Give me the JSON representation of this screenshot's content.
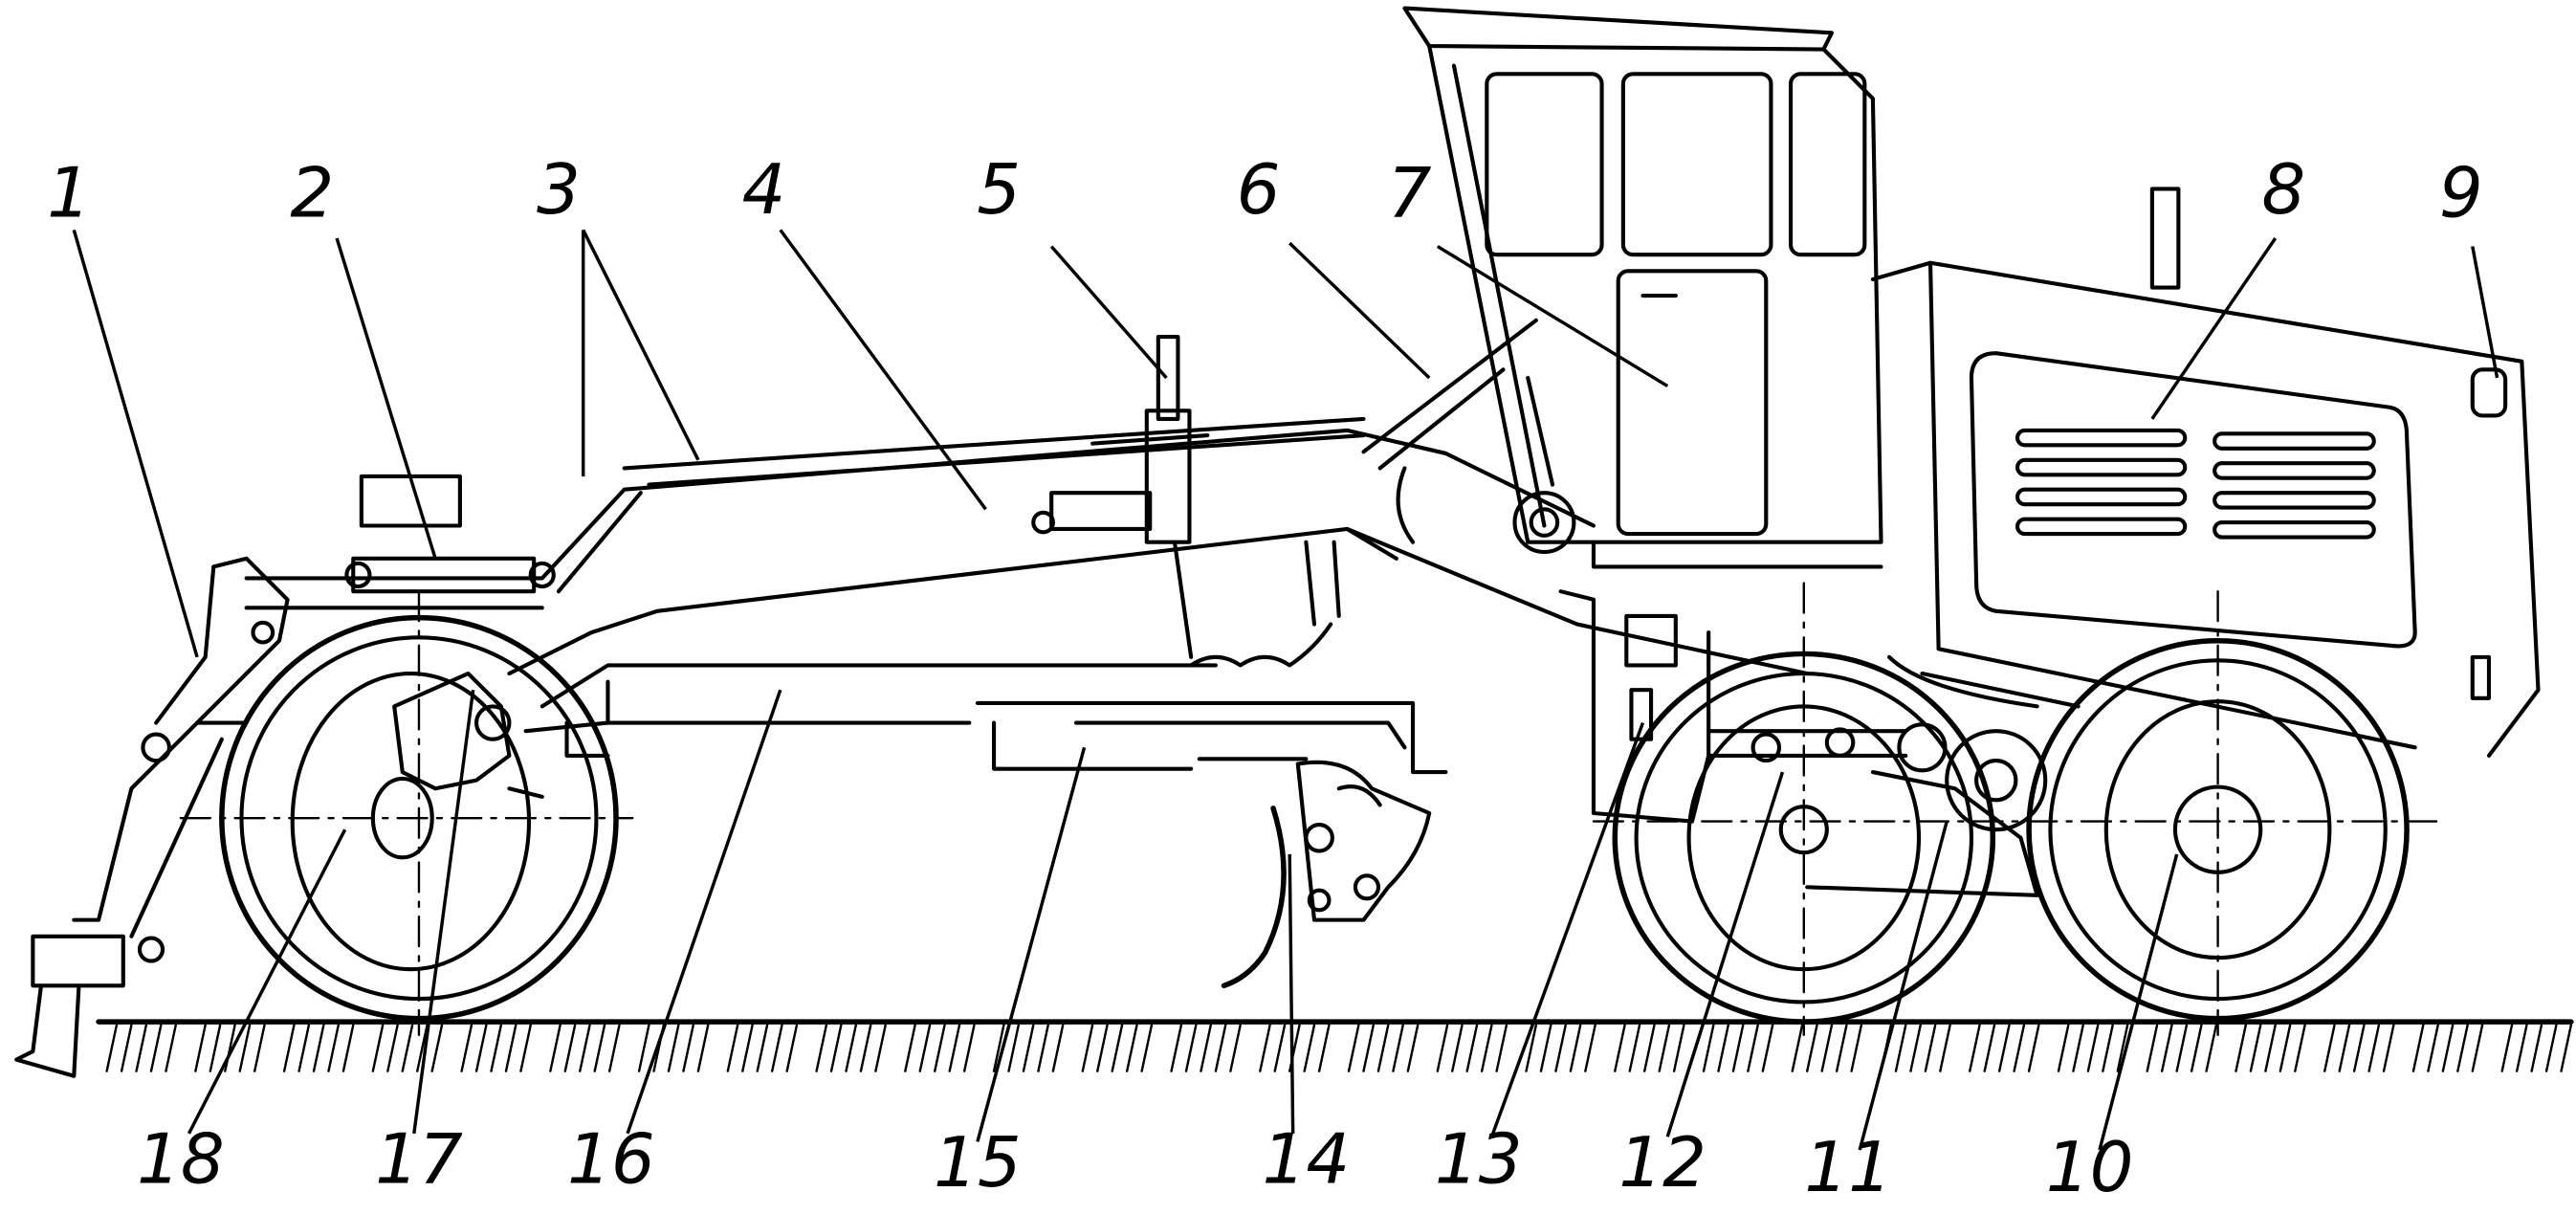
{
  "figure": {
    "subject": "motor grader side view",
    "line_color": "#000000",
    "background": "#ffffff"
  },
  "callouts": [
    {
      "number": "1"
    },
    {
      "number": "2"
    },
    {
      "number": "3"
    },
    {
      "number": "4"
    },
    {
      "number": "5"
    },
    {
      "number": "6"
    },
    {
      "number": "7"
    },
    {
      "number": "8"
    },
    {
      "number": "9"
    },
    {
      "number": "10"
    },
    {
      "number": "11"
    },
    {
      "number": "12"
    },
    {
      "number": "13"
    },
    {
      "number": "14"
    },
    {
      "number": "15"
    },
    {
      "number": "16"
    },
    {
      "number": "17"
    },
    {
      "number": "18"
    }
  ]
}
